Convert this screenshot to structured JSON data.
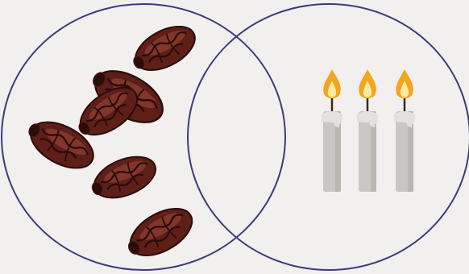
{
  "diagram": {
    "type": "venn",
    "colors": {
      "background": "#f1f0ee",
      "circle_stroke": "#3d3a7a",
      "date_fill": "#5e1f18",
      "date_dark": "#2a0c08",
      "date_highlight": "#a0483a",
      "candle_body": "#c9c7c4",
      "candle_shadow": "#aeaba7",
      "flame_outer": "#f3a51c",
      "flame_inner": "#fde9a6",
      "wick": "#3a2a20"
    },
    "left_set": {
      "item": "date-fruit",
      "count": 6
    },
    "right_set": {
      "item": "lit-candle",
      "count": 3
    },
    "overlap": {
      "count": 0
    }
  }
}
